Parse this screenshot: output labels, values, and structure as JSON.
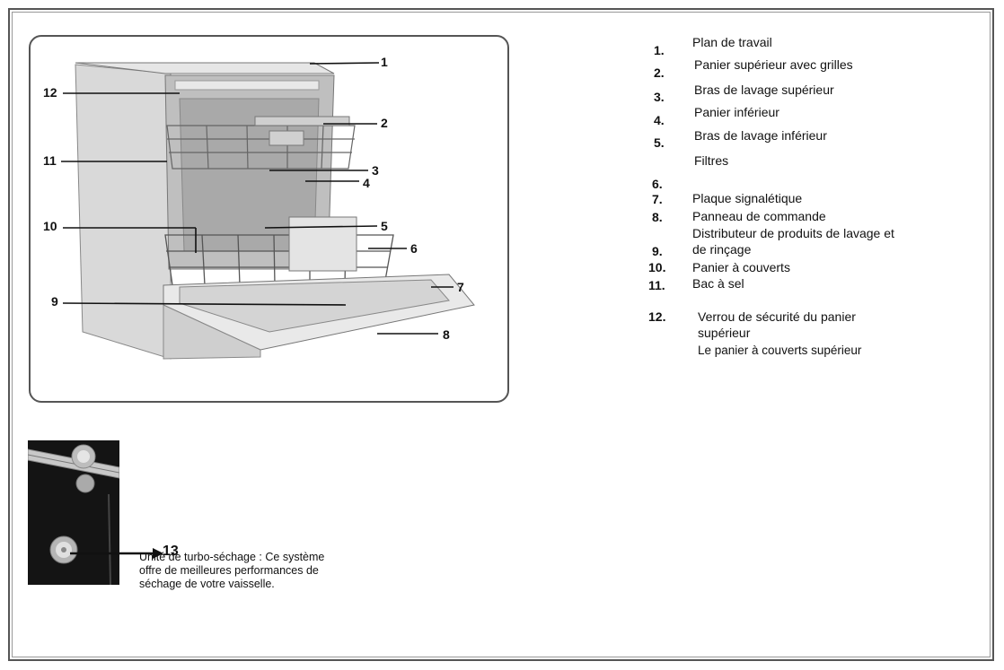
{
  "diagram": {
    "callouts": [
      "1",
      "2",
      "3",
      "4",
      "5",
      "6",
      "7",
      "8",
      "9",
      "10",
      "11",
      "12"
    ]
  },
  "legend": {
    "items": [
      {
        "num": "1.",
        "text": "Plan de travail"
      },
      {
        "num": "2.",
        "text": "Panier supérieur avec grilles"
      },
      {
        "num": "3.",
        "text": "Bras de lavage supérieur"
      },
      {
        "num": "4.",
        "text": "Panier inférieur"
      },
      {
        "num": "5.",
        "text": "Bras de lavage inférieur"
      },
      {
        "num": "",
        "text": "Filtres"
      },
      {
        "num": "6.",
        "text": ""
      },
      {
        "num": "7.",
        "text": "Plaque signalétique"
      },
      {
        "num": "8.",
        "text": "Panneau de commande"
      },
      {
        "num": "",
        "text": "Distributeur de produits de lavage et"
      },
      {
        "num": "9.",
        "text": "de rinçage"
      },
      {
        "num": "10.",
        "text": "Panier à couverts"
      },
      {
        "num": "11.",
        "text": "Bac à sel"
      },
      {
        "num": "12.",
        "text": "Verrou de sécurité du panier"
      },
      {
        "num": "",
        "text": "supérieur"
      },
      {
        "num": "",
        "text": "Le panier à couverts supérieur"
      }
    ]
  },
  "turbo": {
    "number": "13",
    "description": "Unité de turbo-séchage : Ce système offre de meilleures performances de séchage de votre vaisselle."
  }
}
